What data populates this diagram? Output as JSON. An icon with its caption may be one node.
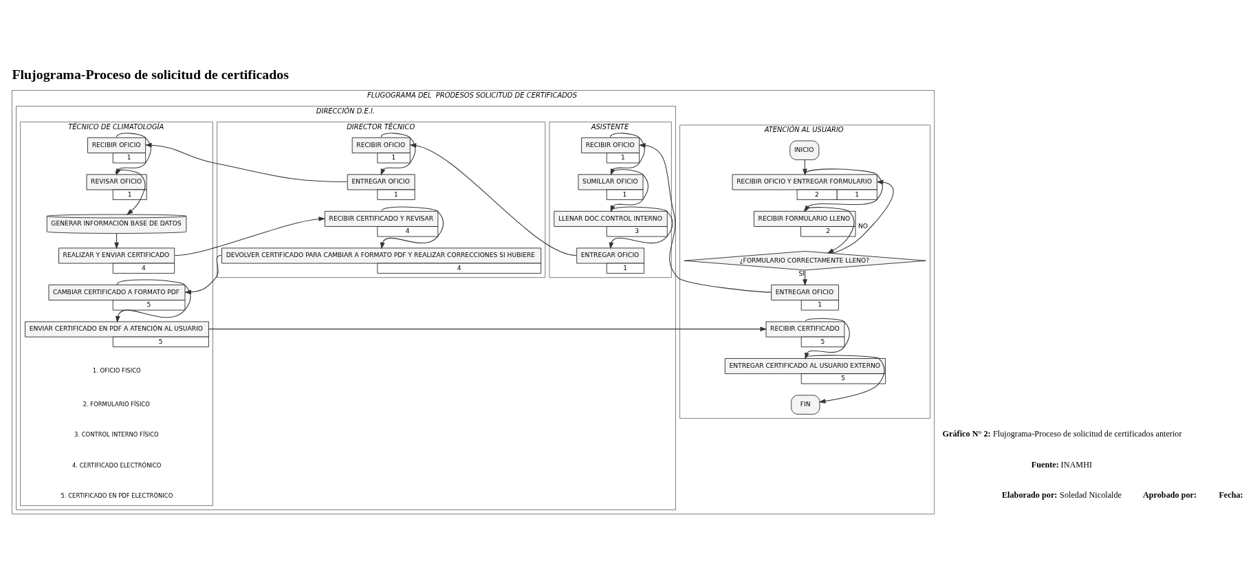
{
  "diagram": {
    "title": "Flujograma-Proceso de solicitud de certificados",
    "nodes": [
      {
        "text": [
          "FLUGOGRAMA DEL  PRODESOS SOLICITUD DE CERTIFICADOS"
        ]
      },
      {
        "text": [
          "ATENCIÓN AL USUARIO"
        ],
        "in": 0
      },
      {
        "text": [
          "DIRECCIÓN D.E.I."
        ],
        "in": 0
      },
      {
        "text": [
          "ASISTENTE"
        ],
        "in": 2
      },
      {
        "text": [
          "DIRECTOR TÉCNICO"
        ],
        "in": 2
      },
      {
        "text": [
          "TÉCNICO DE CLIMATOLOGÍA"
        ],
        "in": 2
      },
      {
        "text": [
          "INICIO"
        ],
        "in": 1
      },
      {
        "text": [
          "RECIBIR OFICIO Y ENTREGAR FORMULARIO"
        ],
        "in": 1,
        "beside": [
          "2",
          "1"
        ]
      },
      {
        "text": [
          "RECIBIR FORMULARIO LLENO"
        ],
        "in": 1,
        "beside": [
          "2"
        ]
      },
      {
        "text": [
          "¿FORMULARIO CORRECTAMENTE LLENO?"
        ],
        "in": 1
      },
      {
        "text": [
          "ENTREGAR OFICIO"
        ],
        "in": 1,
        "beside": [
          "1"
        ]
      },
      {
        "text": [
          "RECIBIR CERTIFICADO"
        ],
        "in": 1,
        "beside": [
          "5"
        ]
      },
      {
        "text": [
          "ENTREGAR CERTIFICADO AL USUARIO EXTERNO"
        ],
        "in": 1,
        "beside": [
          "5"
        ]
      },
      {
        "text": [
          "FIN"
        ],
        "in": 1
      },
      {
        "text": [
          "RECIBIR OFICIO"
        ],
        "in": 3,
        "beside": [
          "1"
        ]
      },
      {
        "text": [
          "SUMILLAR OFICIO"
        ],
        "in": 3,
        "beside": [
          "1"
        ]
      },
      {
        "text": [
          "LLENAR DOC.CONTROL INTERNO"
        ],
        "in": 3,
        "beside": [
          "3"
        ]
      },
      {
        "text": [
          "ENTREGAR OFICIO"
        ],
        "in": 3,
        "beside": [
          "1"
        ]
      },
      {
        "text": [
          "RECIBIR OFICIO"
        ],
        "in": 4,
        "beside": [
          "1"
        ]
      },
      {
        "text": [
          "ENTREGAR OFICIO"
        ],
        "in": 4,
        "beside": [
          "1"
        ]
      },
      {
        "text": [
          "RECIBIR CERTIFICADO Y REVISAR"
        ],
        "in": 4,
        "beside": [
          "4"
        ]
      },
      {
        "text": [
          "DEVOLVER CERTIFICADO PARA CAMBIAR A FORMATO PDF Y REALIZAR CORRECCIONES SI HUBIERE"
        ],
        "in": 4,
        "beside": [
          "4"
        ]
      },
      {
        "text": [
          "RECIBIR OFICIO"
        ],
        "in": 5,
        "beside": [
          "1"
        ]
      },
      {
        "text": [
          "REVISAR OFICIO"
        ],
        "in": 5,
        "beside": [
          "1"
        ]
      },
      {
        "text": [
          "GENERAR INFORMACIÓN BASE DE DATOS"
        ],
        "in": 5
      },
      {
        "text": [
          "REALIZAR Y ENVIAR CERTIFICADO"
        ],
        "in": 5,
        "beside": [
          "4"
        ]
      },
      {
        "text": [
          "CAMBIAR CERTIFICADO A FORMATO PDF"
        ],
        "in": 5,
        "beside": [
          "5"
        ]
      },
      {
        "text": [
          "ENVIAR CERTIFICADO EN PDF A ATENCIÓN AL USUARIO"
        ],
        "in": 5,
        "beside": [
          "5"
        ]
      }
    ],
    "edges": [
      {
        "from": 6,
        "to": 7,
        "arrow": "to"
      },
      {
        "from": 7,
        "to": 8,
        "arrow": "to"
      },
      {
        "from": 8,
        "to": 9,
        "arrow": "to"
      },
      {
        "from": 9,
        "to": 7,
        "arrow": "to",
        "label": "NO"
      },
      {
        "from": 9,
        "to": 10,
        "arrow": "to",
        "label": "SI"
      },
      {
        "from": 10,
        "to": 14,
        "arrow": "to"
      },
      {
        "from": 14,
        "to": 15,
        "arrow": "to"
      },
      {
        "from": 15,
        "to": 16,
        "arrow": "to"
      },
      {
        "from": 16,
        "to": 17,
        "arrow": "to"
      },
      {
        "from": 17,
        "to": 18,
        "arrow": "to"
      },
      {
        "from": 18,
        "to": 19,
        "arrow": "to"
      },
      {
        "from": 19,
        "to": 22,
        "arrow": "to"
      },
      {
        "from": 22,
        "to": 23,
        "arrow": "to"
      },
      {
        "from": 23,
        "to": 24,
        "arrow": "to"
      },
      {
        "from": 24,
        "to": 25,
        "arrow": "to"
      },
      {
        "from": 25,
        "to": 20,
        "arrow": "to"
      },
      {
        "from": 20,
        "to": 21,
        "arrow": "to"
      },
      {
        "from": 21,
        "to": 26,
        "arrow": "to"
      },
      {
        "from": 26,
        "to": 27,
        "arrow": "to"
      },
      {
        "from": 27,
        "to": 11,
        "arrow": "to"
      },
      {
        "from": 11,
        "to": 12,
        "arrow": "to"
      },
      {
        "from": 12,
        "to": 13,
        "arrow": "to"
      }
    ],
    "labels": [
      "1. OFICIO FISICO",
      "2. FORMULARIO FÍSICO",
      "3. CONTROL INTERNO FÍSICO",
      "4. CERTIFICADO ELECTRÓNICO",
      "5. CERTIFICADO EN PDF ELECTRÓNICO",
      "**Gráfico N° 2:** Flujograma-Proceso de solicitud de certificados anterior",
      "**Fuente:** INAMHI",
      "**Elaborado por:** Soledad Nicolalde",
      "**Aprobado por:**",
      "**Fecha:**"
    ]
  }
}
